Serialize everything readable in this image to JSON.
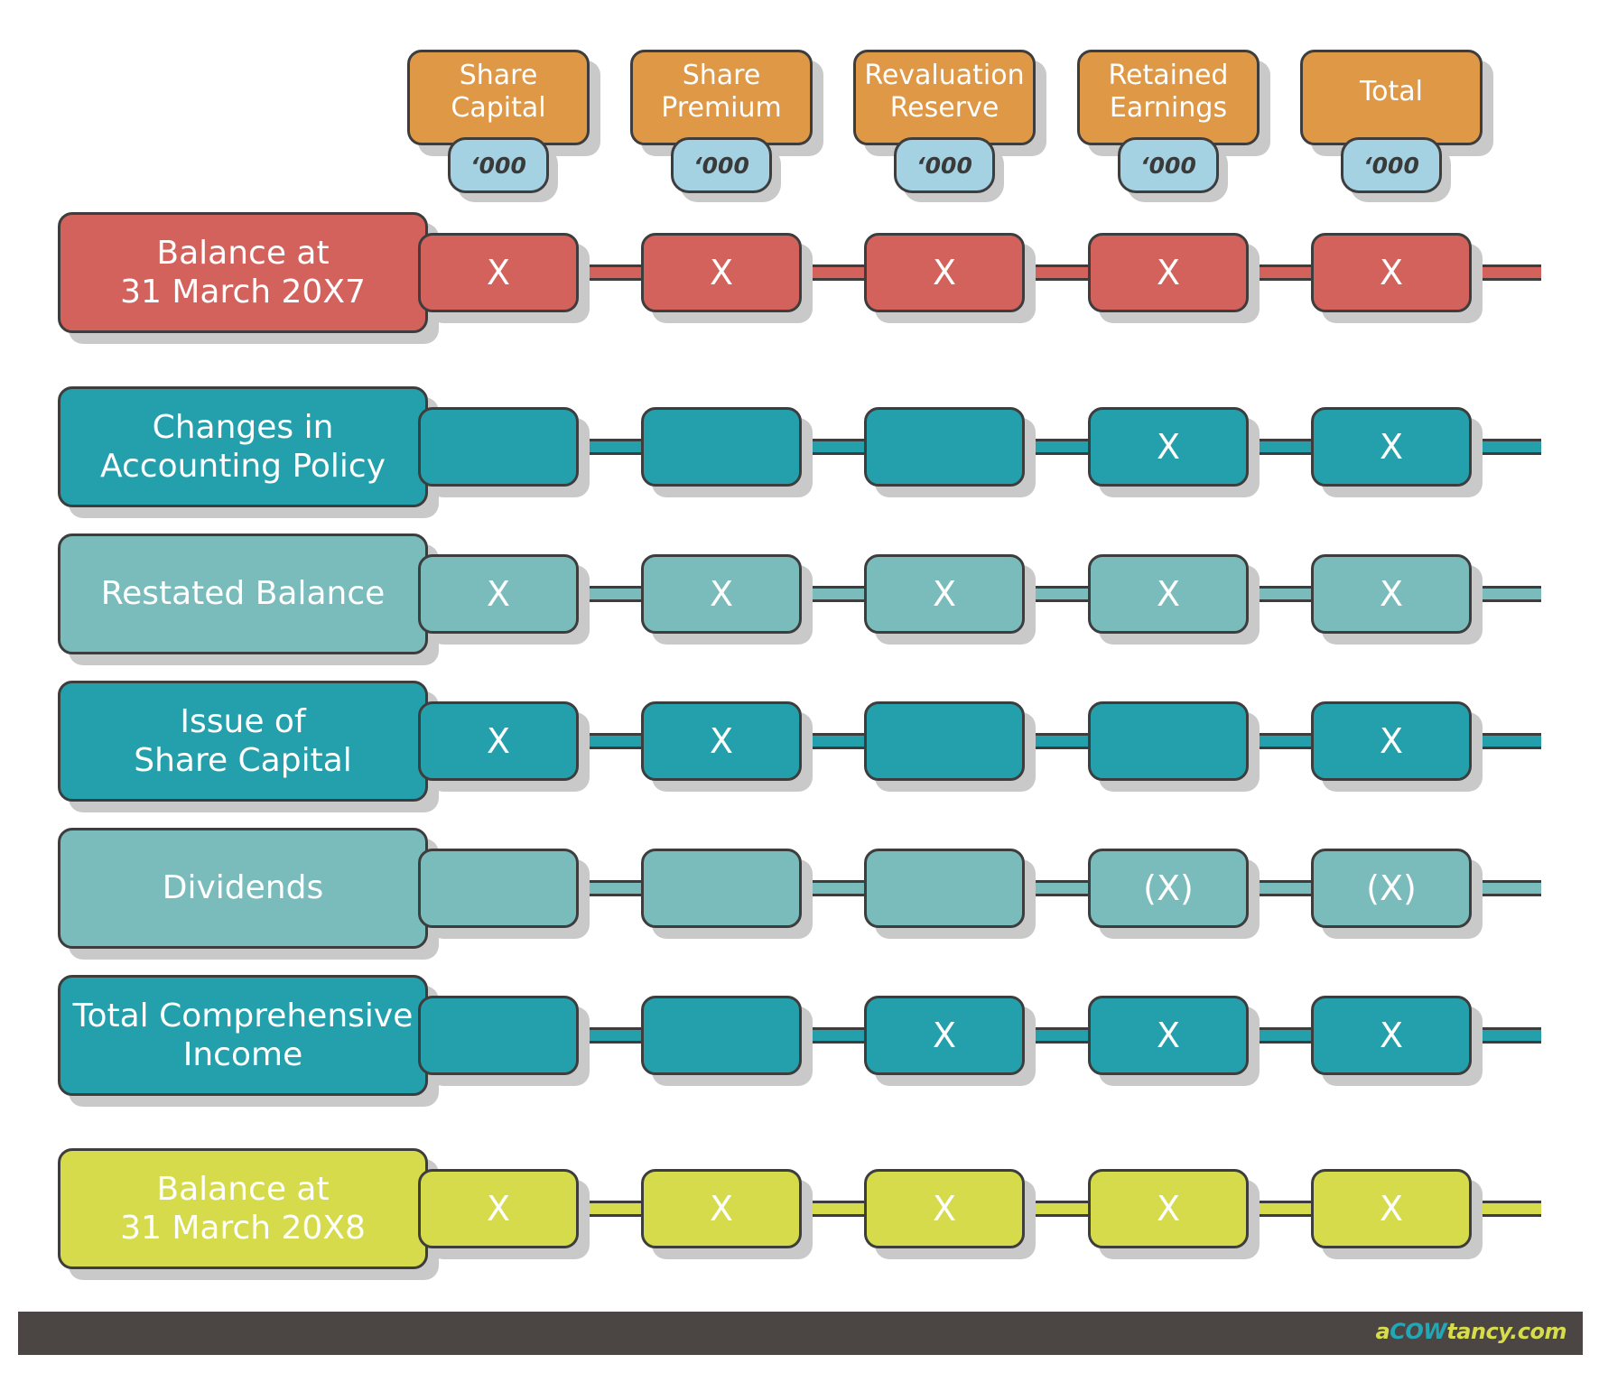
{
  "columns": [
    {
      "label": "Share\nCapital",
      "unit": "‘000"
    },
    {
      "label": "Share\nPremium",
      "unit": "‘000"
    },
    {
      "label": "Revaluation\nReserve",
      "unit": "‘000"
    },
    {
      "label": "Retained\nEarnings",
      "unit": "‘000"
    },
    {
      "label": "Total",
      "unit": "‘000"
    }
  ],
  "rows": [
    {
      "label": "Balance at\n31 March 20X7",
      "color": "#d4625c",
      "line": "#d4625c",
      "cells": [
        "X",
        "X",
        "X",
        "X",
        "X"
      ]
    },
    {
      "label": "Changes in\nAccounting Policy",
      "color": "#23a0ac",
      "line": "#23a0ac",
      "cells": [
        "",
        "",
        "",
        "X",
        "X"
      ]
    },
    {
      "label": "Restated Balance",
      "color": "#7abbbc",
      "line": "#7abbbc",
      "cells": [
        "X",
        "X",
        "X",
        "X",
        "X"
      ]
    },
    {
      "label": "Issue of\nShare Capital",
      "color": "#23a0ac",
      "line": "#23a0ac",
      "cells": [
        "X",
        "X",
        "",
        "",
        "X"
      ]
    },
    {
      "label": "Dividends",
      "color": "#7abbbc",
      "line": "#7abbbc",
      "cells": [
        "",
        "",
        "",
        "(X)",
        "(X)"
      ]
    },
    {
      "label": "Total Comprehensive\nIncome",
      "color": "#23a0ac",
      "line": "#23a0ac",
      "cells": [
        "",
        "",
        "X",
        "X",
        "X"
      ]
    },
    {
      "label": "Balance at\n31 March 20X8",
      "color": "#d6db4b",
      "line": "#d6db4b",
      "cells": [
        "X",
        "X",
        "X",
        "X",
        "X"
      ]
    }
  ],
  "header_color": "#de9846",
  "unit_color": "#a5d2e3",
  "footer": {
    "brand_prefix": "a",
    "brand_highlight": "COW",
    "brand_suffix": "tancy.com"
  }
}
